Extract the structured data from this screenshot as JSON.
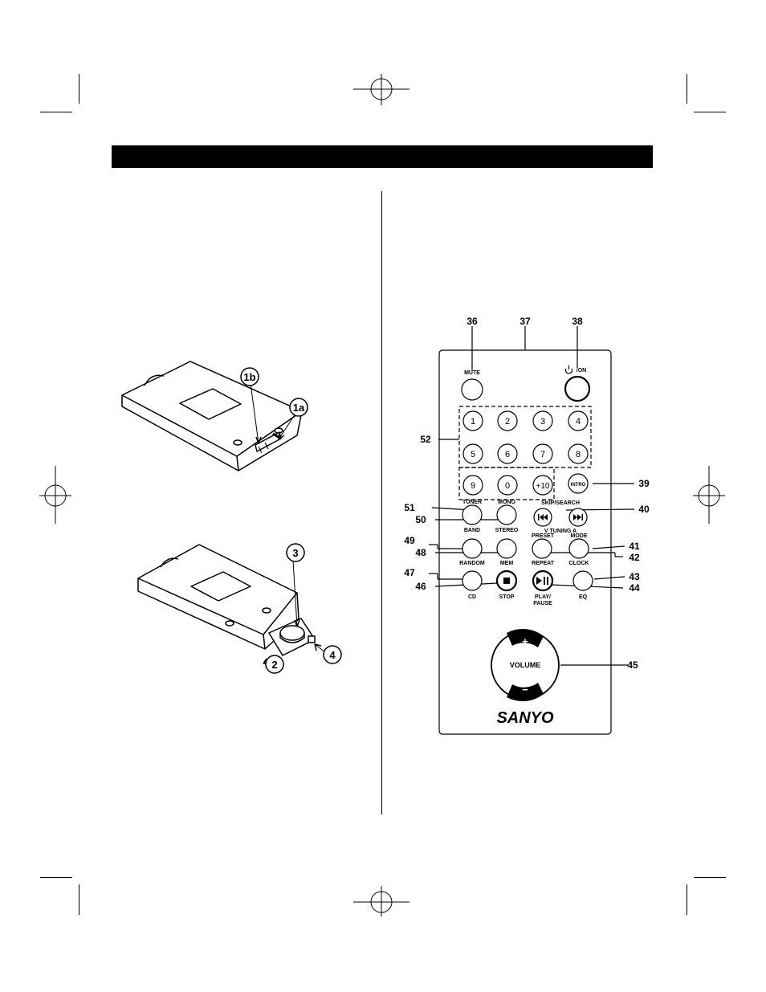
{
  "header": {
    "title": ""
  },
  "battery_figure_top": {
    "callouts": [
      "1b",
      "1a"
    ]
  },
  "battery_figure_bottom": {
    "callouts": [
      "3",
      "2",
      "4"
    ]
  },
  "remote": {
    "brand": "SANYO",
    "callouts": {
      "c36": "36",
      "c37": "37",
      "c38": "38",
      "c52": "52",
      "c39": "39",
      "c51": "51",
      "c50": "50",
      "c40": "40",
      "c49": "49",
      "c48": "48",
      "c41": "41",
      "c42": "42",
      "c47": "47",
      "c46": "46",
      "c43": "43",
      "c44": "44",
      "c45": "45"
    },
    "labels": {
      "mute": "MUTE",
      "on": "/ON",
      "intro": "INTRO",
      "tuner": "TUNER",
      "band": "BAND",
      "mono": "MONO",
      "stereo": "STEREO",
      "skip_search": "SKIP/SEARCH",
      "tuning": "V TUNING A",
      "preset": "PRESET",
      "mode": "MODE",
      "random": "RANDOM",
      "mem": "MEM",
      "repeat": "REPEAT",
      "clock": "CLOCK",
      "cd": "CD",
      "stop": "STOP",
      "play": "PLAY/",
      "pause": "PAUSE",
      "eq": "EQ",
      "volume": "VOLUME",
      "plus": "+",
      "minus": "−"
    },
    "number_keys": [
      "1",
      "2",
      "3",
      "4",
      "5",
      "6",
      "7",
      "8",
      "9",
      "0",
      "+10"
    ],
    "icons": {
      "power": "power-icon",
      "prev": "skip-back-icon",
      "next": "skip-forward-icon",
      "stop": "stop-icon",
      "play_pause": "play-pause-icon"
    }
  }
}
